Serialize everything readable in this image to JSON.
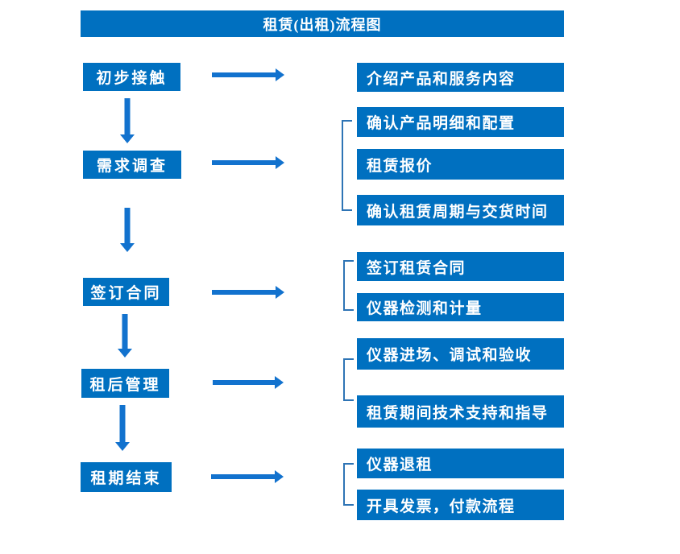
{
  "flow": {
    "title": "租赁(出租)流程图",
    "steps": [
      {
        "label": "初步接触",
        "details": [
          "介绍产品和服务内容"
        ]
      },
      {
        "label": "需求调查",
        "details": [
          "确认产品明细和配置",
          "租赁报价",
          "确认租赁周期与交货时间"
        ]
      },
      {
        "label": "签订合同",
        "details": [
          "签订租赁合同",
          "仪器检测和计量"
        ]
      },
      {
        "label": "租后管理",
        "details": [
          "仪器进场、调试和验收",
          "租赁期间技术支持和指导"
        ]
      },
      {
        "label": "租期结束",
        "details": [
          "仪器退租",
          "开具发票，付款流程"
        ]
      }
    ]
  },
  "colors": {
    "box_blue": "#0070c0",
    "arrow_blue": "#1272ce",
    "bracket_blue": "#2e74b5",
    "text_white": "#ffffff"
  }
}
